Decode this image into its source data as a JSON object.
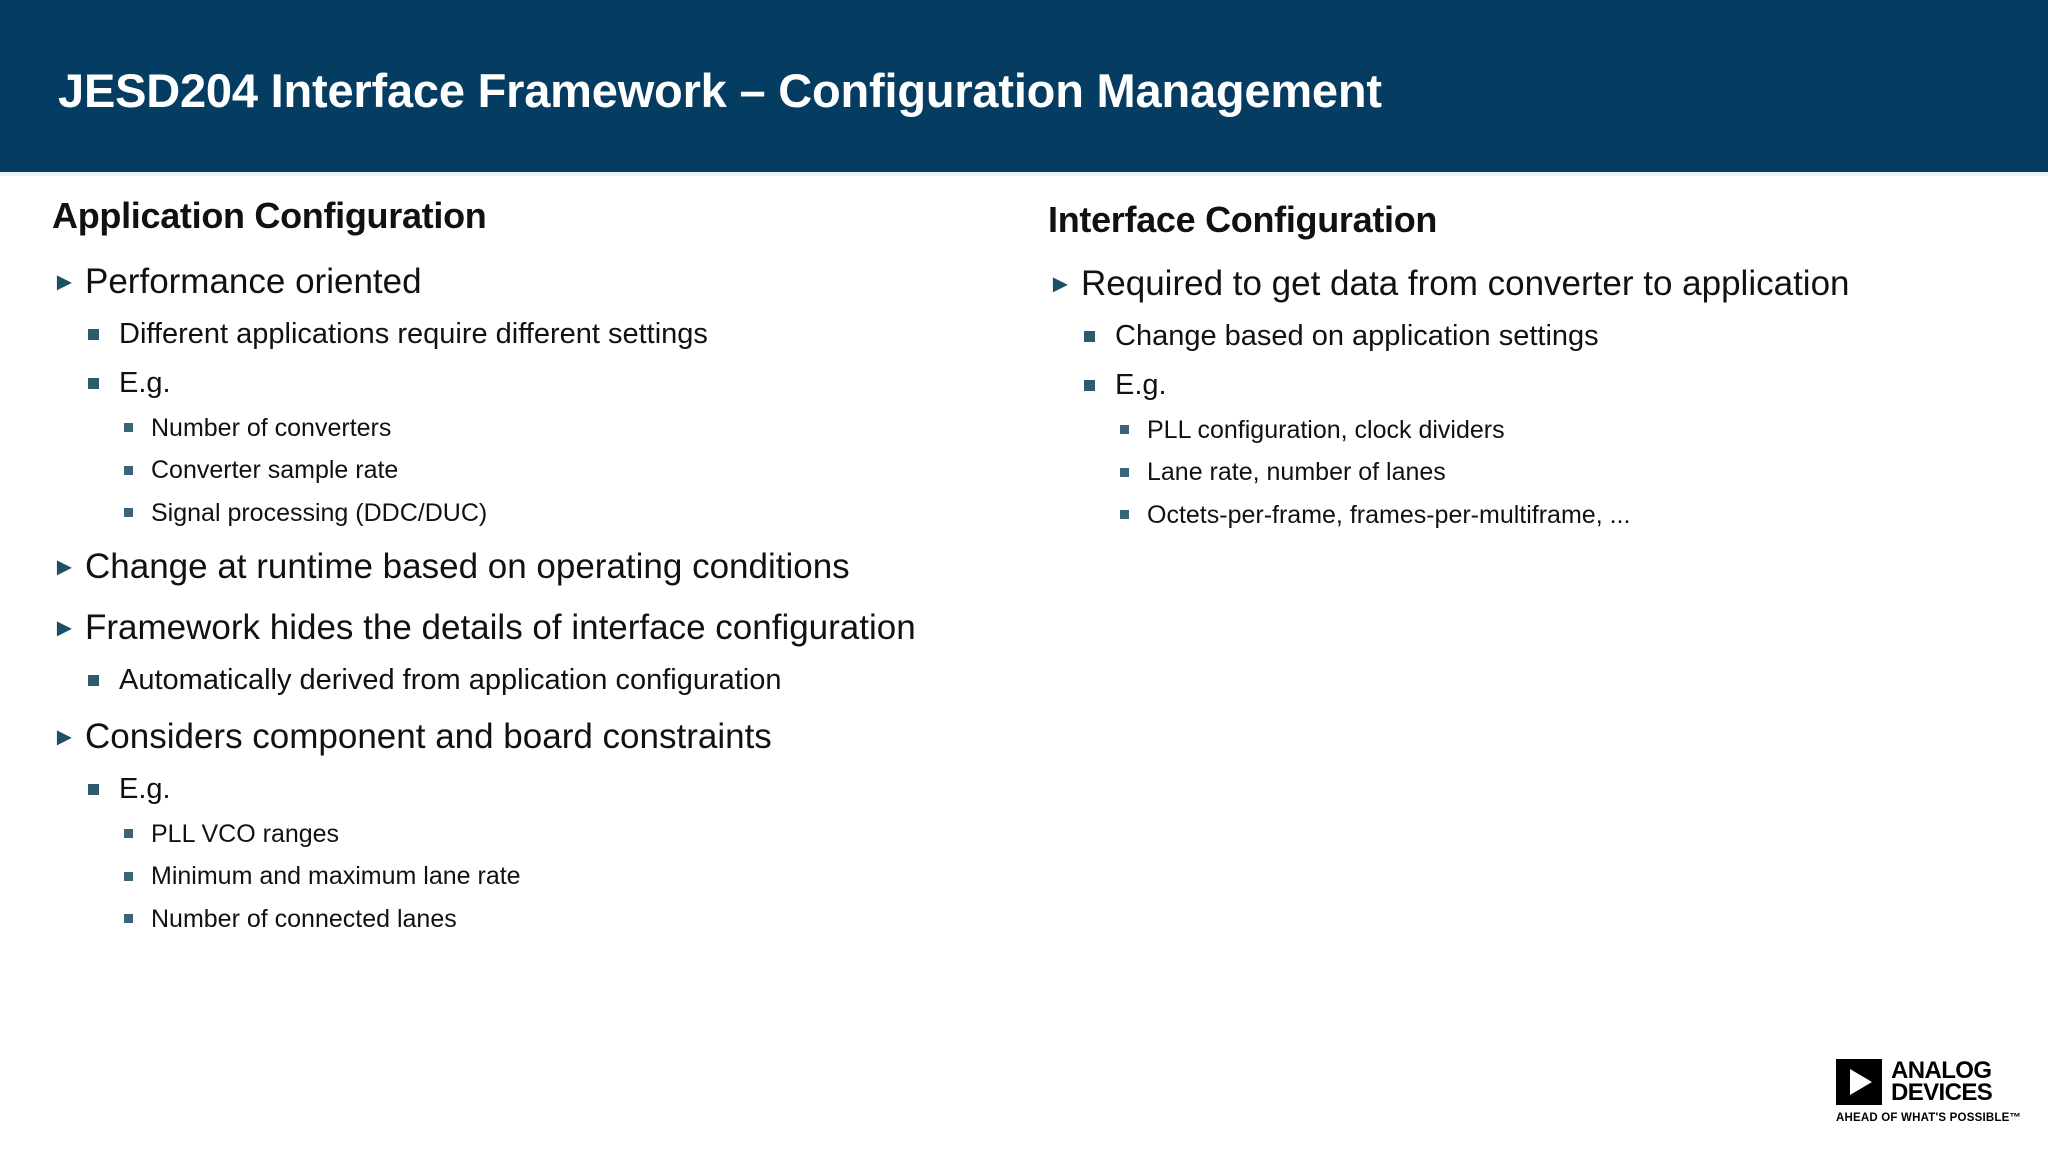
{
  "slide": {
    "title": "JESD204 Interface Framework – Configuration Management",
    "header_color": "#043c62",
    "background_color": "#ffffff",
    "accent_marker_color": "#1f4e68"
  },
  "left_column": {
    "heading": "Application Configuration",
    "bullets": [
      {
        "level": 1,
        "text": "Performance oriented",
        "children": [
          {
            "level": 2,
            "text": "Different applications require different settings"
          },
          {
            "level": 2,
            "text": "E.g.",
            "children": [
              {
                "level": 3,
                "text": "Number of converters"
              },
              {
                "level": 3,
                "text": "Converter sample rate"
              },
              {
                "level": 3,
                "text": "Signal processing (DDC/DUC)"
              }
            ]
          }
        ]
      },
      {
        "level": 1,
        "text": "Change at runtime based on operating conditions",
        "children": []
      },
      {
        "level": 1,
        "text": "Framework hides the details of interface configuration",
        "children": [
          {
            "level": 2,
            "text": "Automatically derived from application configuration"
          }
        ]
      },
      {
        "level": 1,
        "text": "Considers component and board constraints",
        "children": [
          {
            "level": 2,
            "text": "E.g.",
            "children": [
              {
                "level": 3,
                "text": "PLL VCO ranges"
              },
              {
                "level": 3,
                "text": "Minimum and maximum lane rate"
              },
              {
                "level": 3,
                "text": "Number of connected lanes"
              }
            ]
          }
        ]
      }
    ]
  },
  "right_column": {
    "heading": "Interface Configuration",
    "bullets": [
      {
        "level": 1,
        "text": "Required to get data from converter to application",
        "children": [
          {
            "level": 2,
            "text": "Change based on application settings"
          },
          {
            "level": 2,
            "text": "E.g.",
            "children": [
              {
                "level": 3,
                "text": "PLL configuration, clock dividers"
              },
              {
                "level": 3,
                "text": "Lane rate, number of lanes"
              },
              {
                "level": 3,
                "text": "Octets-per-frame, frames-per-multiframe, ..."
              }
            ]
          }
        ]
      }
    ]
  },
  "logo": {
    "word_top": "ANALOG",
    "word_bottom": "DEVICES",
    "tagline": "AHEAD OF WHAT'S POSSIBLE™"
  }
}
